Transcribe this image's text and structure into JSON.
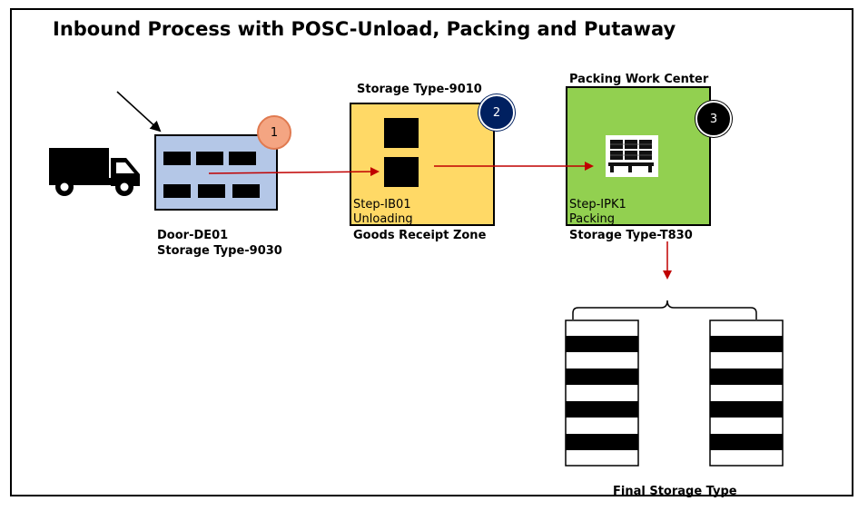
{
  "title": "Inbound Process with POSC-Unload, Packing and Putaway",
  "door": {
    "line1": "Door-DE01",
    "line2": "Storage Type-9030",
    "step_number": "1"
  },
  "storage_9010": {
    "header": "Storage Type-9010",
    "step": "Step-IB01",
    "step_desc": "Unloading",
    "zone": "Goods Receipt Zone",
    "step_number": "2"
  },
  "packing": {
    "header": "Packing Work Center",
    "step": "Step-IPK1",
    "step_desc": "Packing",
    "storage_type": "Storage Type-T830",
    "step_number": "3"
  },
  "final": {
    "label": "Final Storage Type"
  },
  "colors": {
    "door_fill": "#b4c7e7",
    "gr_zone_fill": "#ffd966",
    "packing_fill": "#92d050",
    "arrow_red": "#c00000",
    "badge1": "#f4a582",
    "badge2": "#002060",
    "badge3": "#000000"
  },
  "icons": [
    "truck-icon",
    "pallet-icon",
    "storage-rack-icon"
  ]
}
